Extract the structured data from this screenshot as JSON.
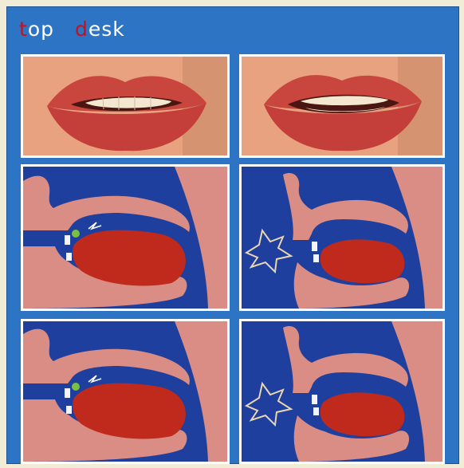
{
  "header": {
    "word1_first": "t",
    "word1_rest": "op",
    "word2_first": "d",
    "word2_rest": "esk"
  },
  "colors": {
    "board": "#2d74c4",
    "first_letter": "#c1121f",
    "text": "#ffffff",
    "skin": "#d98d84",
    "tongue": "#c02a1c",
    "mouth": "#1f3f9e"
  },
  "icons": {
    "burst": "starburst-icon",
    "contact": "contact-point-icon"
  }
}
